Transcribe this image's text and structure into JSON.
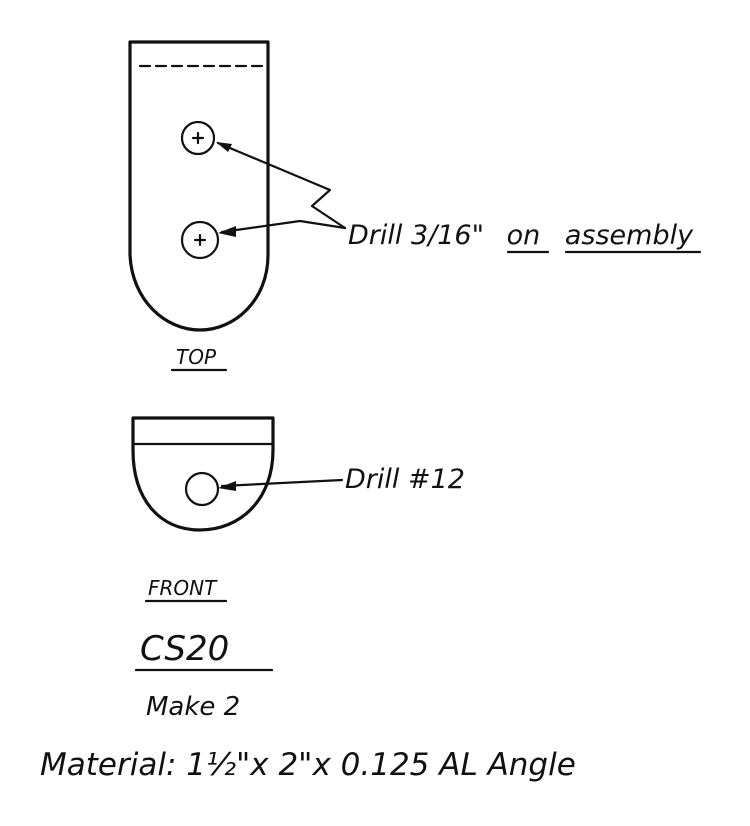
{
  "views": {
    "top": {
      "label": "TOP",
      "callout": {
        "text_prefix": "Drill 3/16\"",
        "underlined_1": "on",
        "underlined_2": "assembly"
      }
    },
    "front": {
      "label": "FRONT",
      "callout": "Drill #12"
    }
  },
  "part": {
    "id": "CS20",
    "quantity": "Make 2",
    "material": "Material: 1½\"x 2\"x 0.125 AL Angle"
  }
}
